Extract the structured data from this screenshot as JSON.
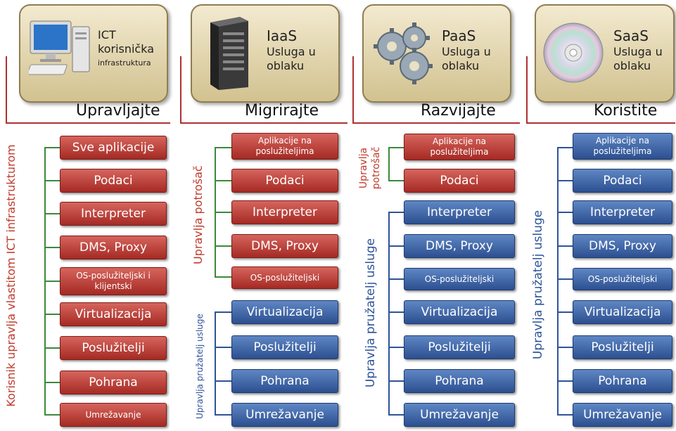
{
  "colors": {
    "red_box": "#b83a33",
    "blue_box": "#3a5fa3",
    "header_fill": "#e6dbb5",
    "bracket_red": "#b03030",
    "connector_green": "#3a8a3a",
    "connector_blue": "#2e5399"
  },
  "columns": [
    {
      "icon": "computer-icon",
      "header_lines": [
        "ICT",
        "korisnička",
        "infrastruktura"
      ],
      "action": "Upravljajte",
      "labels": [
        "Korisnik upravlja vlastitom ICT infrastrukturom"
      ],
      "items": [
        "Sve aplikacije",
        "Podaci",
        "Interpreter",
        "DMS, Proxy",
        "OS-poslužiteljski i klijentski",
        "Virtualizacija",
        "Poslužitelji",
        "Pohrana",
        "Umrežavanje"
      ]
    },
    {
      "icon": "server-icon",
      "header_lines": [
        "IaaS",
        "Usluga u",
        "oblaku"
      ],
      "action": "Migrirajte",
      "labels": [
        "Upravlja potrošač",
        "Upravlja pružatelj usluge"
      ],
      "items": [
        "Aplikacije na poslužiteljima",
        "Podaci",
        "Interpreter",
        "DMS, Proxy",
        "OS-poslužiteljski",
        "Virtualizacija",
        "Poslužitelji",
        "Pohrana",
        "Umrežavanje"
      ]
    },
    {
      "icon": "gears-icon",
      "header_lines": [
        "PaaS",
        "Usluga u",
        "oblaku"
      ],
      "action": "Razvijajte",
      "labels": [
        "Upravlja potrošač",
        "Upravlja pružatelj usluge"
      ],
      "items": [
        "Aplikacije na poslužiteljima",
        "Podaci",
        "Interpreter",
        "DMS, Proxy",
        "OS-poslužiteljski",
        "Virtualizacija",
        "Poslužitelji",
        "Pohrana",
        "Umrežavanje"
      ]
    },
    {
      "icon": "disc-icon",
      "header_lines": [
        "SaaS",
        "Usluga u",
        "oblaku"
      ],
      "action": "Koristite",
      "labels": [
        "Upravlja pružatelj usluge"
      ],
      "items": [
        "Aplikacije na poslužiteljima",
        "Podaci",
        "Interpreter",
        "DMS, Proxy",
        "OS-poslužiteljski",
        "Virtualizacija",
        "Poslužitelji",
        "Pohrana",
        "Umrežavanje"
      ]
    }
  ]
}
